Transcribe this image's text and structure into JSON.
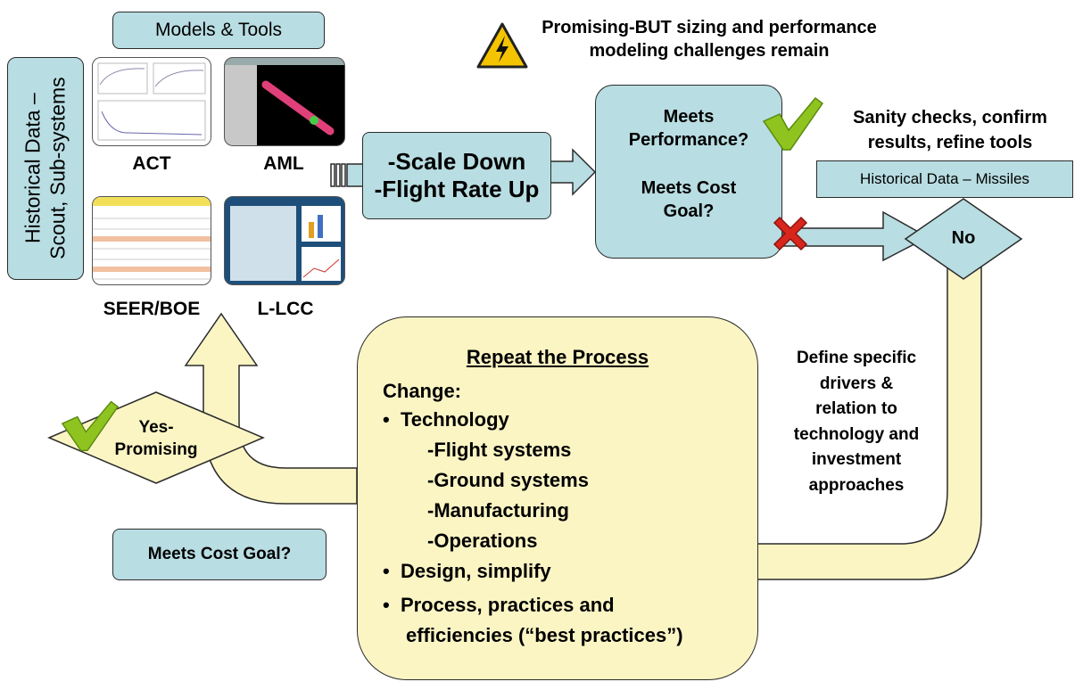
{
  "models_tools": "Models & Tools",
  "historical_scout": [
    "Historical Data –",
    "Scout, Sub-systems"
  ],
  "tools": {
    "act": "ACT",
    "aml": "AML",
    "seer": "SEER/BOE",
    "llcc": "L-LCC"
  },
  "scale": [
    "-Scale Down",
    "-Flight Rate Up"
  ],
  "warning": [
    "Promising-BUT sizing and performance",
    "modeling challenges remain"
  ],
  "meets_perf": [
    "Meets",
    "Performance?"
  ],
  "meets_cost": [
    "Meets Cost",
    "Goal?"
  ],
  "sanity": [
    "Sanity checks, confirm",
    "results, refine tools"
  ],
  "historical_missiles": "Historical Data – Missiles",
  "no": "No",
  "define": [
    "Define specific",
    "drivers &",
    "relation to",
    "technology and",
    "investment",
    "approaches"
  ],
  "repeat": {
    "title": "Repeat the Process",
    "change": "Change:",
    "technology": "Technology",
    "sub": [
      "-Flight systems",
      "-Ground systems",
      "-Manufacturing",
      "-Operations"
    ],
    "design": "Design, simplify",
    "process": [
      "Process, practices and",
      "efficiencies (“best practices”)"
    ]
  },
  "yes": [
    "Yes-",
    "Promising"
  ],
  "meets_cost_goal": "Meets Cost Goal?",
  "colors": {
    "teal": "#b8dde2",
    "cream": "#fbf5c4",
    "border": "#2b2b2b",
    "check_green": "#8fc31f",
    "cross_red": "#d9261c",
    "warning_yellow": "#f5c400"
  },
  "icons": [
    "warning-icon",
    "checkmark-icon",
    "cross-icon"
  ]
}
